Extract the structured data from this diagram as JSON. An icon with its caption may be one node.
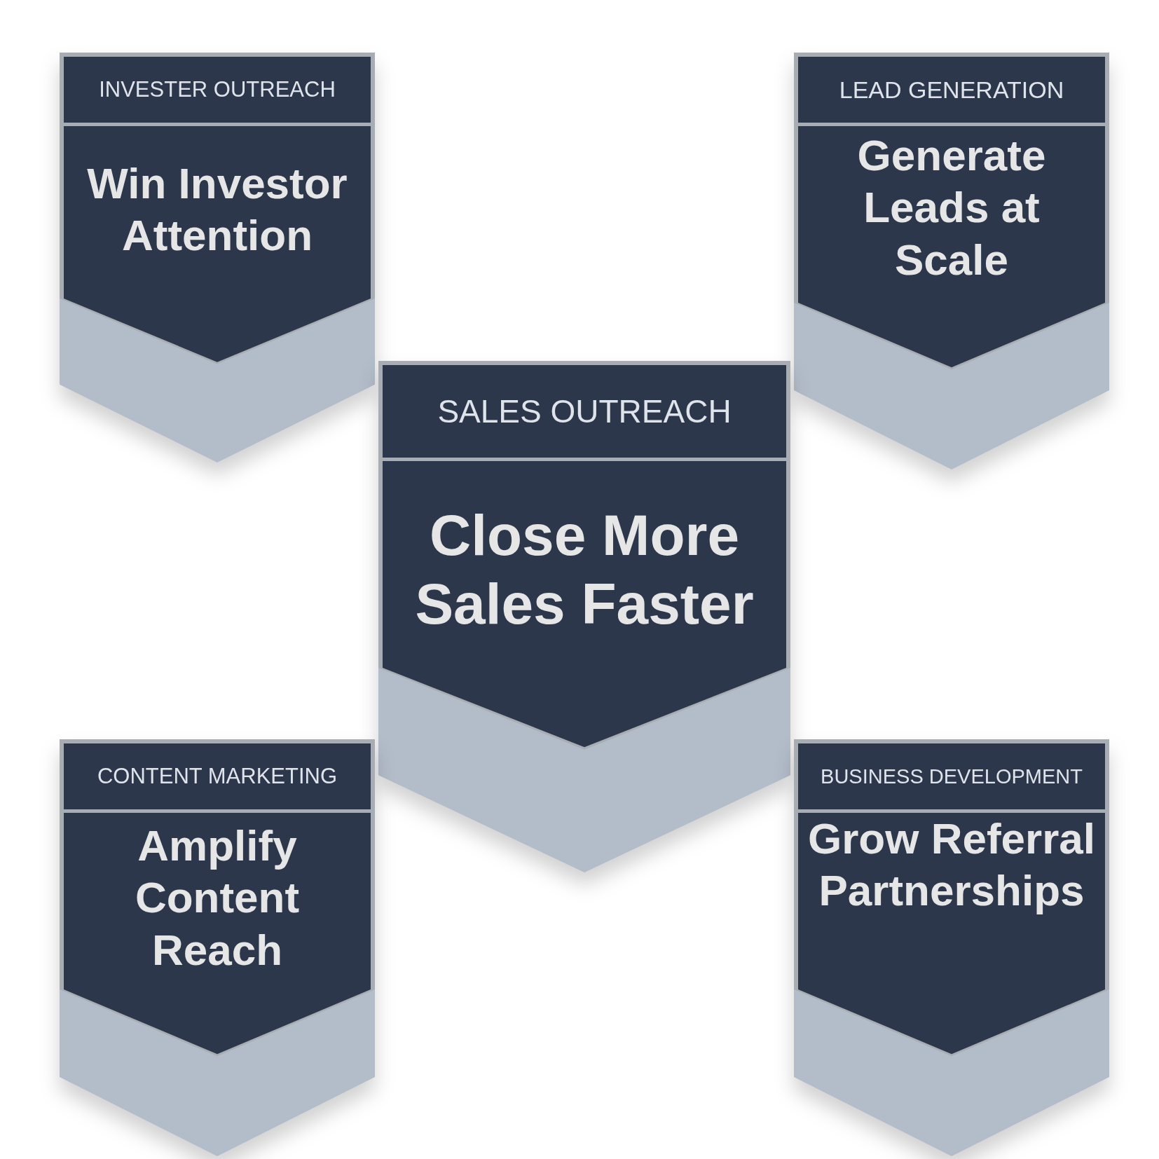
{
  "diagram": {
    "nodes": [
      {
        "text": [
          "INVESTER OUTREACH",
          "Win Investor Attention"
        ]
      },
      {
        "text": [
          "LEAD GENERATION",
          "Generate Leads at Scale"
        ]
      },
      {
        "text": [
          "SALES OUTREACH",
          "Close More Sales Faster"
        ]
      },
      {
        "text": [
          "CONTENT MARKETING",
          "Amplify Content Reach"
        ]
      },
      {
        "text": [
          "BUSINESS DEVELOPMENT",
          "Grow Referral Partnerships"
        ]
      }
    ],
    "edges": []
  }
}
